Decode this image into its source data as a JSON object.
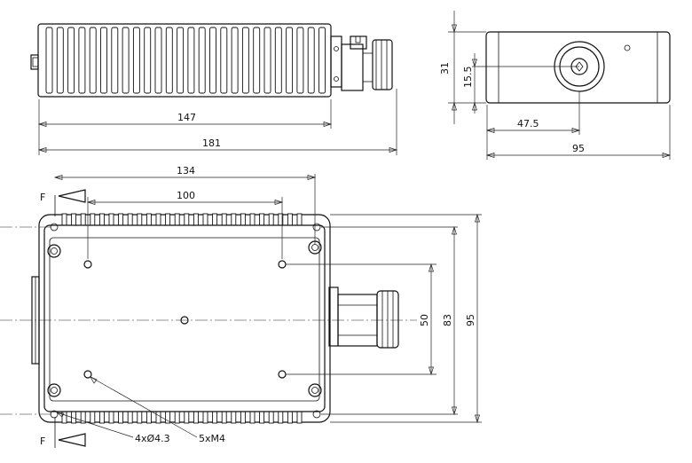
{
  "dimensions": {
    "top_length_body": "147",
    "top_length_total": "181",
    "side_height": "31",
    "side_center_height": "15.5",
    "side_center_offset": "47.5",
    "side_width": "95",
    "plan_hole_span_outer": "134",
    "plan_hole_span_inner": "100",
    "plan_height_inner": "50",
    "plan_height_mid": "83",
    "plan_height_total": "95"
  },
  "annotations": {
    "datum_top": "F",
    "datum_bottom": "F",
    "through_holes": "4xØ4.3",
    "threaded_holes": "5xM4"
  }
}
